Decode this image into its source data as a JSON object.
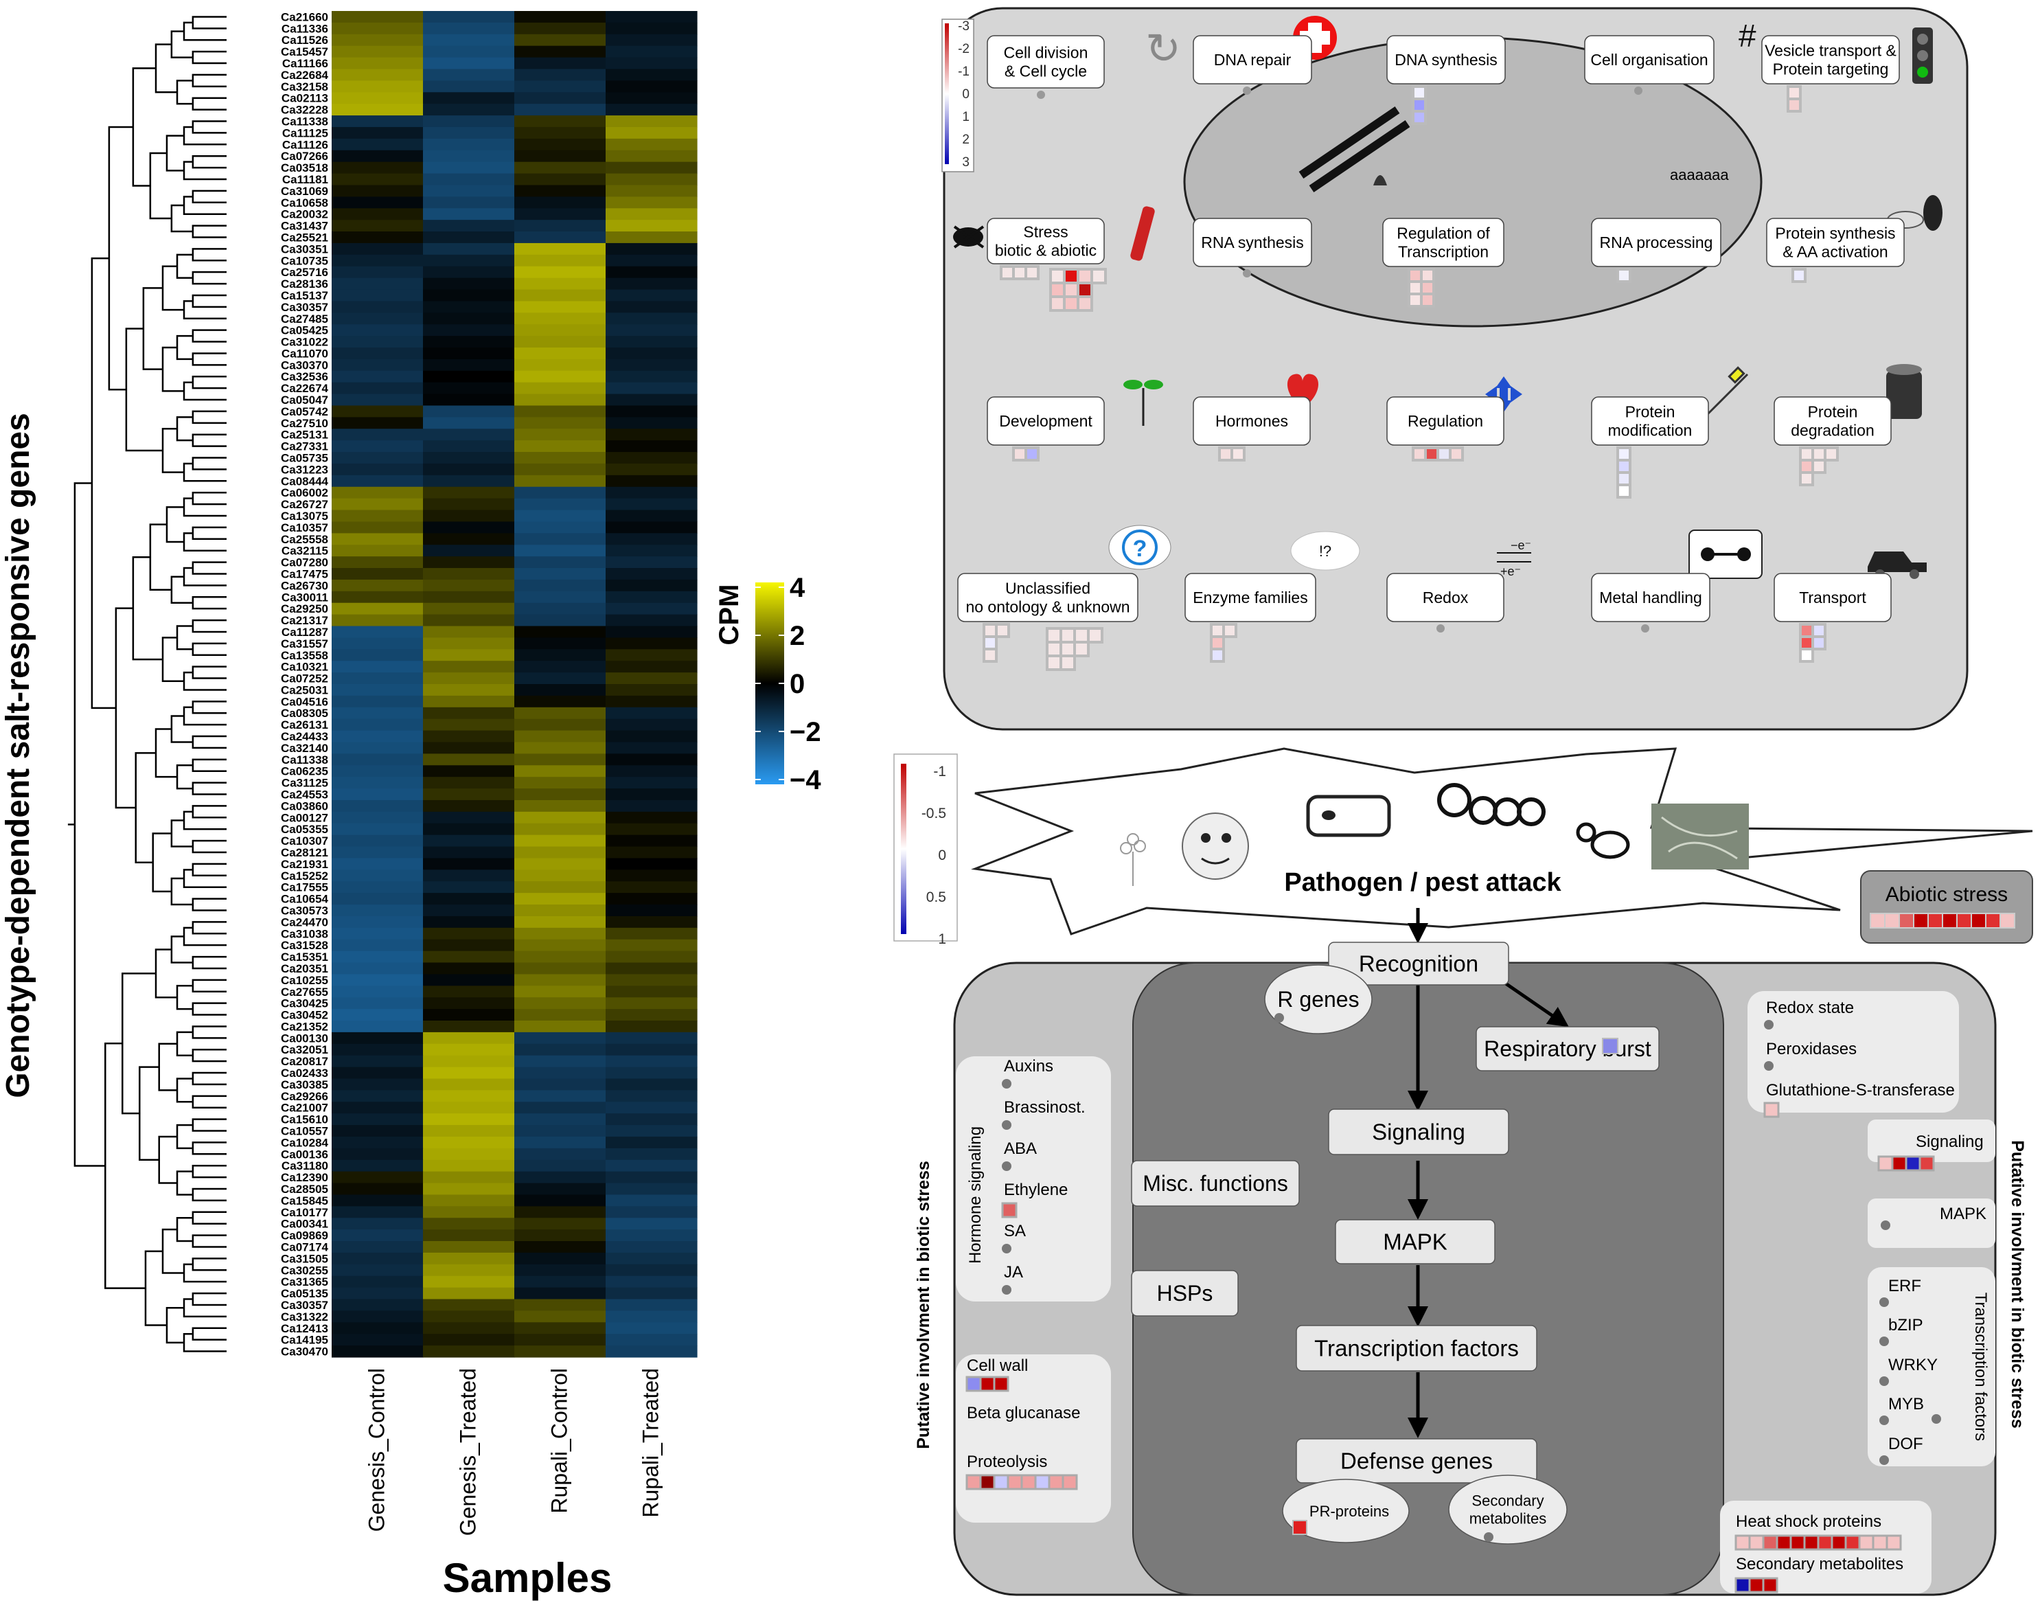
{
  "heatmap": {
    "y_axis_title": "Genotype-dependent salt-responsive genes",
    "x_axis_title": "Samples",
    "samples": [
      "Genesis_Control",
      "Genesis_Treated",
      "Rupali_Control",
      "Rupali_Treated"
    ],
    "colorbar": {
      "title": "CPM",
      "ticks": [
        "4",
        "2",
        "0",
        "−2",
        "−4"
      ],
      "min": -4,
      "max": 4,
      "colors": [
        "#2a9bf2",
        "#000000",
        "#f7f700"
      ]
    },
    "genes": [
      "Ca21660",
      "Ca11336",
      "Ca11526",
      "Ca15457",
      "Ca11166",
      "Ca22684",
      "Ca32158",
      "Ca02113",
      "Ca32228",
      "Ca11338",
      "Ca11125",
      "Ca11126",
      "Ca07266",
      "Ca03518",
      "Ca11181",
      "Ca31069",
      "Ca10658",
      "Ca20032",
      "Ca31437",
      "Ca25521",
      "Ca30351",
      "Ca10735",
      "Ca25716",
      "Ca28136",
      "Ca15137",
      "Ca30357",
      "Ca27485",
      "Ca05425",
      "Ca31022",
      "Ca11070",
      "Ca30370",
      "Ca32536",
      "Ca22674",
      "Ca05047",
      "Ca05742",
      "Ca27510",
      "Ca25131",
      "Ca27331",
      "Ca05735",
      "Ca31223",
      "Ca08444",
      "Ca06002",
      "Ca26727",
      "Ca13075",
      "Ca10357",
      "Ca25558",
      "Ca32115",
      "Ca07280",
      "Ca17475",
      "Ca26730",
      "Ca30011",
      "Ca29250",
      "Ca21317",
      "Ca11287",
      "Ca31557",
      "Ca13558",
      "Ca10321",
      "Ca07252",
      "Ca25031",
      "Ca04516",
      "Ca08305",
      "Ca26131",
      "Ca24433",
      "Ca32140",
      "Ca11338",
      "Ca06235",
      "Ca31125",
      "Ca24553",
      "Ca03860",
      "Ca00127",
      "Ca05355",
      "Ca10307",
      "Ca28121",
      "Ca21931",
      "Ca15252",
      "Ca17555",
      "Ca10654",
      "Ca30573",
      "Ca24470",
      "Ca31038",
      "Ca31528",
      "Ca15351",
      "Ca20351",
      "Ca10255",
      "Ca27655",
      "Ca30425",
      "Ca30452",
      "Ca21352",
      "Ca00130",
      "Ca32051",
      "Ca20817",
      "Ca02433",
      "Ca30385",
      "Ca29266",
      "Ca21007",
      "Ca15610",
      "Ca10557",
      "Ca10284",
      "Ca00136",
      "Ca31180",
      "Ca12390",
      "Ca28505",
      "Ca15845",
      "Ca10177",
      "Ca00341",
      "Ca09869",
      "Ca07174",
      "Ca31505",
      "Ca30255",
      "Ca31365",
      "Ca05135",
      "Ca30357",
      "Ca31322",
      "Ca12413",
      "Ca14195",
      "Ca30470"
    ],
    "expression": [
      [
        1.4,
        -1.6,
        0.2,
        -0.5
      ],
      [
        1.6,
        -1.8,
        0.6,
        -0.4
      ],
      [
        1.8,
        -2.0,
        1.0,
        -0.6
      ],
      [
        2.0,
        -1.9,
        0.2,
        -0.8
      ],
      [
        2.2,
        -2.1,
        -0.6,
        -0.7
      ],
      [
        2.4,
        -1.7,
        -1.0,
        -0.4
      ],
      [
        2.6,
        -1.5,
        -1.2,
        -0.2
      ],
      [
        2.7,
        -0.6,
        -1.0,
        -0.3
      ],
      [
        2.8,
        -0.8,
        -1.4,
        -0.6
      ],
      [
        -1.2,
        -1.4,
        0.8,
        2.2
      ],
      [
        -0.6,
        -1.6,
        0.6,
        2.4
      ],
      [
        -0.9,
        -1.8,
        0.4,
        1.8
      ],
      [
        -0.3,
        -1.9,
        0.3,
        1.6
      ],
      [
        0.4,
        -2.0,
        0.9,
        1.0
      ],
      [
        0.6,
        -1.7,
        0.6,
        1.4
      ],
      [
        0.3,
        -1.8,
        0.2,
        1.6
      ],
      [
        -0.2,
        -1.6,
        -0.4,
        1.9
      ],
      [
        0.4,
        -1.9,
        -0.6,
        2.4
      ],
      [
        0.6,
        -1.0,
        -1.1,
        2.6
      ],
      [
        0.2,
        -0.7,
        -1.3,
        1.8
      ],
      [
        -0.6,
        -1.2,
        2.8,
        -0.4
      ],
      [
        -0.8,
        -0.8,
        2.6,
        -0.6
      ],
      [
        -1.0,
        -0.6,
        2.9,
        -0.2
      ],
      [
        -1.2,
        -0.3,
        2.7,
        -0.5
      ],
      [
        -1.2,
        -0.2,
        2.5,
        -0.8
      ],
      [
        -1.0,
        -0.4,
        2.8,
        -0.6
      ],
      [
        -1.1,
        -0.3,
        2.6,
        -0.9
      ],
      [
        -1.3,
        -0.5,
        2.5,
        -1.0
      ],
      [
        -1.2,
        -0.2,
        2.4,
        -0.8
      ],
      [
        -1.0,
        -0.1,
        2.7,
        -0.6
      ],
      [
        -1.1,
        -0.3,
        2.6,
        -0.7
      ],
      [
        -1.3,
        0.0,
        2.8,
        -0.9
      ],
      [
        -1.0,
        -0.2,
        2.5,
        -1.1
      ],
      [
        -1.2,
        -0.1,
        2.3,
        -0.6
      ],
      [
        0.6,
        -1.6,
        1.4,
        -0.2
      ],
      [
        0.2,
        -1.8,
        1.6,
        -0.4
      ],
      [
        -1.2,
        -1.2,
        1.8,
        0.3
      ],
      [
        -1.4,
        -1.0,
        2.0,
        0.1
      ],
      [
        -1.2,
        -0.8,
        1.6,
        0.4
      ],
      [
        -1.0,
        -0.6,
        1.4,
        0.6
      ],
      [
        -1.3,
        -0.9,
        1.7,
        0.2
      ],
      [
        1.8,
        0.8,
        -1.6,
        -0.6
      ],
      [
        2.0,
        0.6,
        -1.8,
        -0.8
      ],
      [
        1.6,
        0.4,
        -2.0,
        -0.4
      ],
      [
        1.4,
        -0.2,
        -1.9,
        -0.2
      ],
      [
        2.1,
        0.2,
        -1.7,
        -0.6
      ],
      [
        1.9,
        -0.6,
        -2.0,
        -0.8
      ],
      [
        1.2,
        0.4,
        -1.6,
        -1.0
      ],
      [
        0.8,
        1.0,
        -1.8,
        -0.6
      ],
      [
        1.4,
        1.2,
        -1.6,
        -0.4
      ],
      [
        1.0,
        0.9,
        -1.7,
        -0.8
      ],
      [
        2.2,
        1.4,
        -1.5,
        -1.0
      ],
      [
        1.8,
        1.1,
        -1.4,
        -0.6
      ],
      [
        -2.0,
        1.8,
        0.1,
        -0.3
      ],
      [
        -1.9,
        2.0,
        -0.2,
        0.2
      ],
      [
        -1.8,
        2.2,
        -0.4,
        0.6
      ],
      [
        -2.1,
        1.6,
        -0.6,
        0.4
      ],
      [
        -1.9,
        1.9,
        -0.8,
        0.9
      ],
      [
        -2.0,
        2.1,
        -0.3,
        0.6
      ],
      [
        -1.8,
        1.7,
        0.2,
        0.3
      ],
      [
        -2.0,
        0.8,
        1.4,
        -0.8
      ],
      [
        -1.9,
        1.0,
        1.2,
        -0.6
      ],
      [
        -2.1,
        0.6,
        1.6,
        -0.4
      ],
      [
        -2.0,
        0.4,
        1.8,
        -0.6
      ],
      [
        -1.8,
        1.2,
        1.4,
        -0.2
      ],
      [
        -1.9,
        0.2,
        2.0,
        -0.5
      ],
      [
        -2.0,
        0.6,
        1.6,
        -0.7
      ],
      [
        -2.1,
        0.8,
        1.3,
        -0.4
      ],
      [
        -1.8,
        0.4,
        1.7,
        -0.6
      ],
      [
        -1.9,
        -0.6,
        2.4,
        0.2
      ],
      [
        -2.0,
        -0.4,
        2.2,
        0.4
      ],
      [
        -1.8,
        -0.8,
        2.6,
        0.1
      ],
      [
        -1.9,
        -0.5,
        2.3,
        0.3
      ],
      [
        -2.1,
        -0.2,
        2.5,
        0.0
      ],
      [
        -2.0,
        -0.7,
        2.4,
        0.2
      ],
      [
        -1.9,
        -0.9,
        2.2,
        0.4
      ],
      [
        -1.8,
        -0.4,
        2.6,
        0.1
      ],
      [
        -2.0,
        -0.6,
        2.3,
        -0.2
      ],
      [
        -2.1,
        -0.3,
        2.5,
        0.3
      ],
      [
        -2.2,
        0.6,
        2.0,
        1.0
      ],
      [
        -2.1,
        0.4,
        1.8,
        1.4
      ],
      [
        -2.3,
        0.8,
        1.6,
        1.2
      ],
      [
        -2.2,
        0.2,
        1.4,
        0.8
      ],
      [
        -2.4,
        -0.2,
        1.8,
        1.1
      ],
      [
        -2.3,
        0.5,
        2.0,
        0.9
      ],
      [
        -2.2,
        0.3,
        1.7,
        1.3
      ],
      [
        -2.4,
        0.1,
        1.5,
        1.0
      ],
      [
        -2.3,
        0.6,
        1.9,
        0.7
      ],
      [
        -0.4,
        2.6,
        -1.4,
        -1.2
      ],
      [
        -0.6,
        2.8,
        -1.2,
        -1.0
      ],
      [
        -0.8,
        2.7,
        -1.6,
        -1.4
      ],
      [
        -0.5,
        2.9,
        -1.4,
        -1.2
      ],
      [
        -0.7,
        2.6,
        -1.3,
        -0.9
      ],
      [
        -0.9,
        2.8,
        -1.6,
        -1.1
      ],
      [
        -0.6,
        2.7,
        -1.2,
        -1.3
      ],
      [
        -0.8,
        2.9,
        -1.5,
        -1.0
      ],
      [
        -0.5,
        2.6,
        -1.4,
        -1.2
      ],
      [
        -0.7,
        2.8,
        -1.6,
        -0.8
      ],
      [
        -0.6,
        2.7,
        -1.3,
        -1.1
      ],
      [
        -0.8,
        2.6,
        -1.2,
        -1.4
      ],
      [
        0.4,
        2.2,
        -0.8,
        -1.0
      ],
      [
        0.2,
        2.4,
        -0.4,
        -1.2
      ],
      [
        -0.4,
        2.0,
        -0.2,
        -1.6
      ],
      [
        -0.8,
        1.8,
        0.4,
        -1.4
      ],
      [
        -1.2,
        1.2,
        0.8,
        -1.8
      ],
      [
        -1.4,
        1.0,
        0.6,
        -1.6
      ],
      [
        -1.2,
        1.6,
        0.2,
        -1.4
      ],
      [
        -1.0,
        2.2,
        -0.4,
        -1.2
      ],
      [
        -1.1,
        2.4,
        -0.6,
        -1.0
      ],
      [
        -0.9,
        2.6,
        -0.8,
        -1.3
      ],
      [
        -1.0,
        2.3,
        -0.5,
        -1.1
      ],
      [
        -0.8,
        1.0,
        1.2,
        -1.6
      ],
      [
        -0.6,
        0.8,
        1.4,
        -1.8
      ],
      [
        -0.4,
        0.6,
        0.8,
        -1.9
      ],
      [
        -0.5,
        0.4,
        0.6,
        -1.7
      ],
      [
        -0.3,
        0.7,
        0.9,
        -1.6
      ]
    ]
  },
  "mapman_cell": {
    "legend_ticks": [
      "-3",
      "-2",
      "-1",
      "0",
      "1",
      "2",
      "3"
    ],
    "annotation": "aaaaaaa",
    "bins": [
      {
        "label": "Cell division\n& Cell cycle"
      },
      {
        "label": "DNA repair"
      },
      {
        "label": "DNA synthesis"
      },
      {
        "label": "Cell organisation"
      },
      {
        "label": "Vesicle transport &\nProtein targeting"
      },
      {
        "label": "Stress\nbiotic & abiotic"
      },
      {
        "label": "RNA synthesis"
      },
      {
        "label": "Regulation of\nTranscription"
      },
      {
        "label": "RNA processing"
      },
      {
        "label": "Protein synthesis\n& AA activation"
      },
      {
        "label": "Development"
      },
      {
        "label": "Hormones"
      },
      {
        "label": "Regulation"
      },
      {
        "label": "Protein\nmodification"
      },
      {
        "label": "Protein\ndegradation"
      },
      {
        "label": "Unclassified\nno ontology & unknown"
      },
      {
        "label": "Enzyme families"
      },
      {
        "label": "Redox"
      },
      {
        "label": "Metal handling"
      },
      {
        "label": "Transport"
      }
    ]
  },
  "mapman_biotic": {
    "legend_ticks": [
      "-1",
      "-0.5",
      "0",
      "0.5",
      "1"
    ],
    "banner_title": "Pathogen / pest attack",
    "abiotic_stress": "Abiotic stress",
    "flow": [
      "Recognition",
      "Signaling",
      "MAPK",
      "Transcription factors",
      "Defense genes"
    ],
    "r_genes": "R genes",
    "respiratory_burst": "Respiratory burst",
    "misc_functions": "Misc. functions",
    "hsps": "HSPs",
    "pr_proteins": "PR-proteins",
    "secondary_metabolites_bubble": "Secondary\nmetabolites",
    "hormone_signaling_title": "Hormone signaling",
    "hormones": [
      "Auxins",
      "Brassinost.",
      "ABA",
      "Ethylene",
      "SA",
      "JA"
    ],
    "cell_wall": "Cell wall",
    "beta_glucanase": "Beta glucanase",
    "proteolysis": "Proteolysis",
    "redox_state": "Redox state",
    "peroxidases": "Peroxidases",
    "gst": "Glutathione-S-transferase",
    "signaling_right": "Signaling",
    "mapk_right": "MAPK",
    "tf_title": "Transcription factors",
    "tfs": [
      "ERF",
      "bZIP",
      "WRKY",
      "MYB",
      "DOF"
    ],
    "heat_shock": "Heat shock proteins",
    "secondary_metabolites": "Secondary metabolites",
    "side_title": "Putative involvment in biotic stress"
  }
}
